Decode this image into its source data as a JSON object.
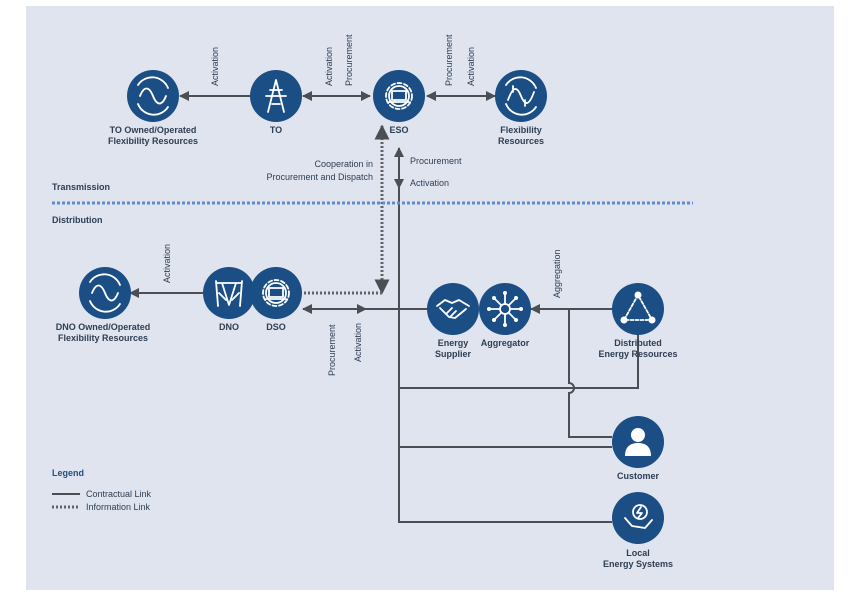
{
  "colors": {
    "panel": "#dfe4ee",
    "node": "#1b4e84",
    "link": "#4b4f54",
    "divider": "#5a8ed0",
    "text": "#2e3e53",
    "legend_title": "#1e4e85"
  },
  "sections": {
    "transmission": "Transmission",
    "distribution": "Distribution"
  },
  "nodes": {
    "to_flex": {
      "line1": "TO Owned/Operated",
      "line2": "Flexibility Resources",
      "icon": "sine-wave-icon"
    },
    "to": {
      "line1": "TO",
      "icon": "transmission-tower-icon"
    },
    "eso": {
      "line1": "ESO",
      "icon": "gear-laptop-icon"
    },
    "flex": {
      "line1": "Flexibility",
      "line2": "Resources",
      "icon": "wave-arrows-icon"
    },
    "dno_flex": {
      "line1": "DNO Owned/Operated",
      "line2": "Flexibility Resources",
      "icon": "sine-wave-icon"
    },
    "dno": {
      "line1": "DNO",
      "icon": "pylon-icon"
    },
    "dso": {
      "line1": "DSO",
      "icon": "gear-laptop-icon"
    },
    "supplier": {
      "line1": "Energy",
      "line2": "Supplier",
      "icon": "handshake-icon"
    },
    "aggregator": {
      "line1": "Aggregator",
      "icon": "hub-network-icon"
    },
    "der": {
      "line1": "Distributed",
      "line2": "Energy Resources",
      "icon": "triangle-network-icon"
    },
    "customer": {
      "line1": "Customer",
      "icon": "person-icon"
    },
    "local": {
      "line1": "Local",
      "line2": "Energy Systems",
      "icon": "hand-energy-icon"
    }
  },
  "links": {
    "to_activation": "Activation",
    "to_eso_activation": "Activation",
    "to_eso_procurement": "Procurement",
    "eso_flex_procurement": "Procurement",
    "eso_flex_activation": "Activation",
    "coop_line1": "Cooperation in",
    "coop_line2": "Procurement and Dispatch",
    "eso_down_procurement": "Procurement",
    "eso_down_activation": "Activation",
    "dno_activation": "Activation",
    "dso_procurement": "Procurement",
    "dso_activation": "Activation",
    "aggregation": "Aggregation"
  },
  "legend": {
    "title": "Legend",
    "contractual": "Contractual Link",
    "information": "Information Link"
  }
}
